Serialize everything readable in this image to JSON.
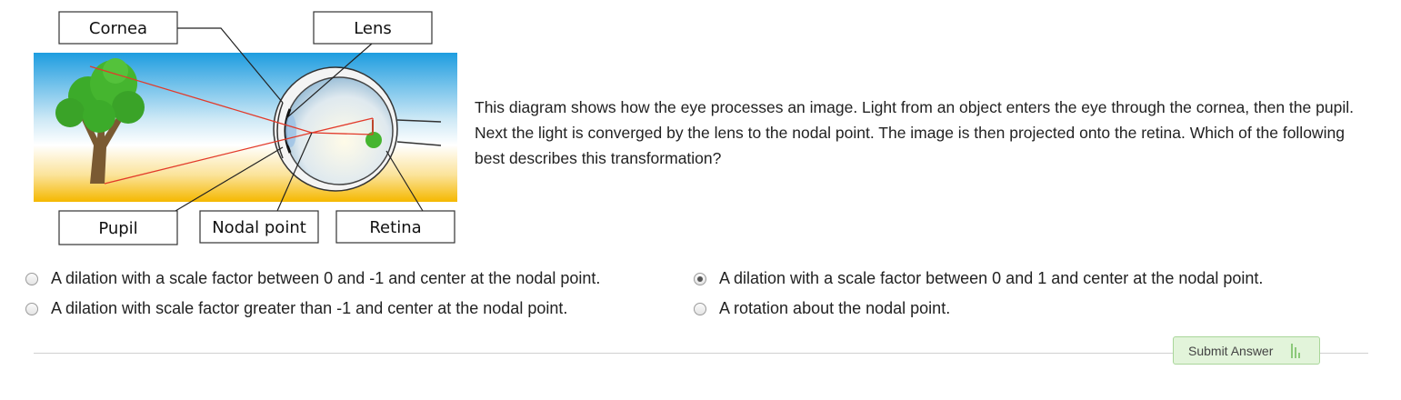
{
  "diagram": {
    "labels": {
      "cornea": "Cornea",
      "lens": "Lens",
      "pupil": "Pupil",
      "nodal_point": "Nodal point",
      "retina": "Retina"
    },
    "colors": {
      "sky_top": "#1e9de0",
      "sky_bottom": "#ffffff",
      "ground": "#f5b800",
      "ray": "#e23a2a",
      "tree_foliage": "#3cab2a",
      "tree_trunk": "#7a5a32"
    }
  },
  "prompt": "This diagram shows how the eye processes an image. Light from an object enters the eye through the cornea, then the pupil. Next the light is converged by the lens to the nodal point. The image is then projected onto the retina. Which of the following best describes this transformation?",
  "choices": [
    {
      "text": "A dilation with a scale factor between 0 and -1 and center at the nodal point.",
      "selected": false
    },
    {
      "text": "A dilation with a scale factor between 0 and 1 and center at the nodal point.",
      "selected": true
    },
    {
      "text": "A dilation with scale factor greater than -1 and center at the nodal point.",
      "selected": false
    },
    {
      "text": "A rotation about the nodal point.",
      "selected": false
    }
  ],
  "submit": {
    "label": "Submit Answer",
    "accent": "#e2f4da",
    "icon": "audio-bars-icon"
  }
}
